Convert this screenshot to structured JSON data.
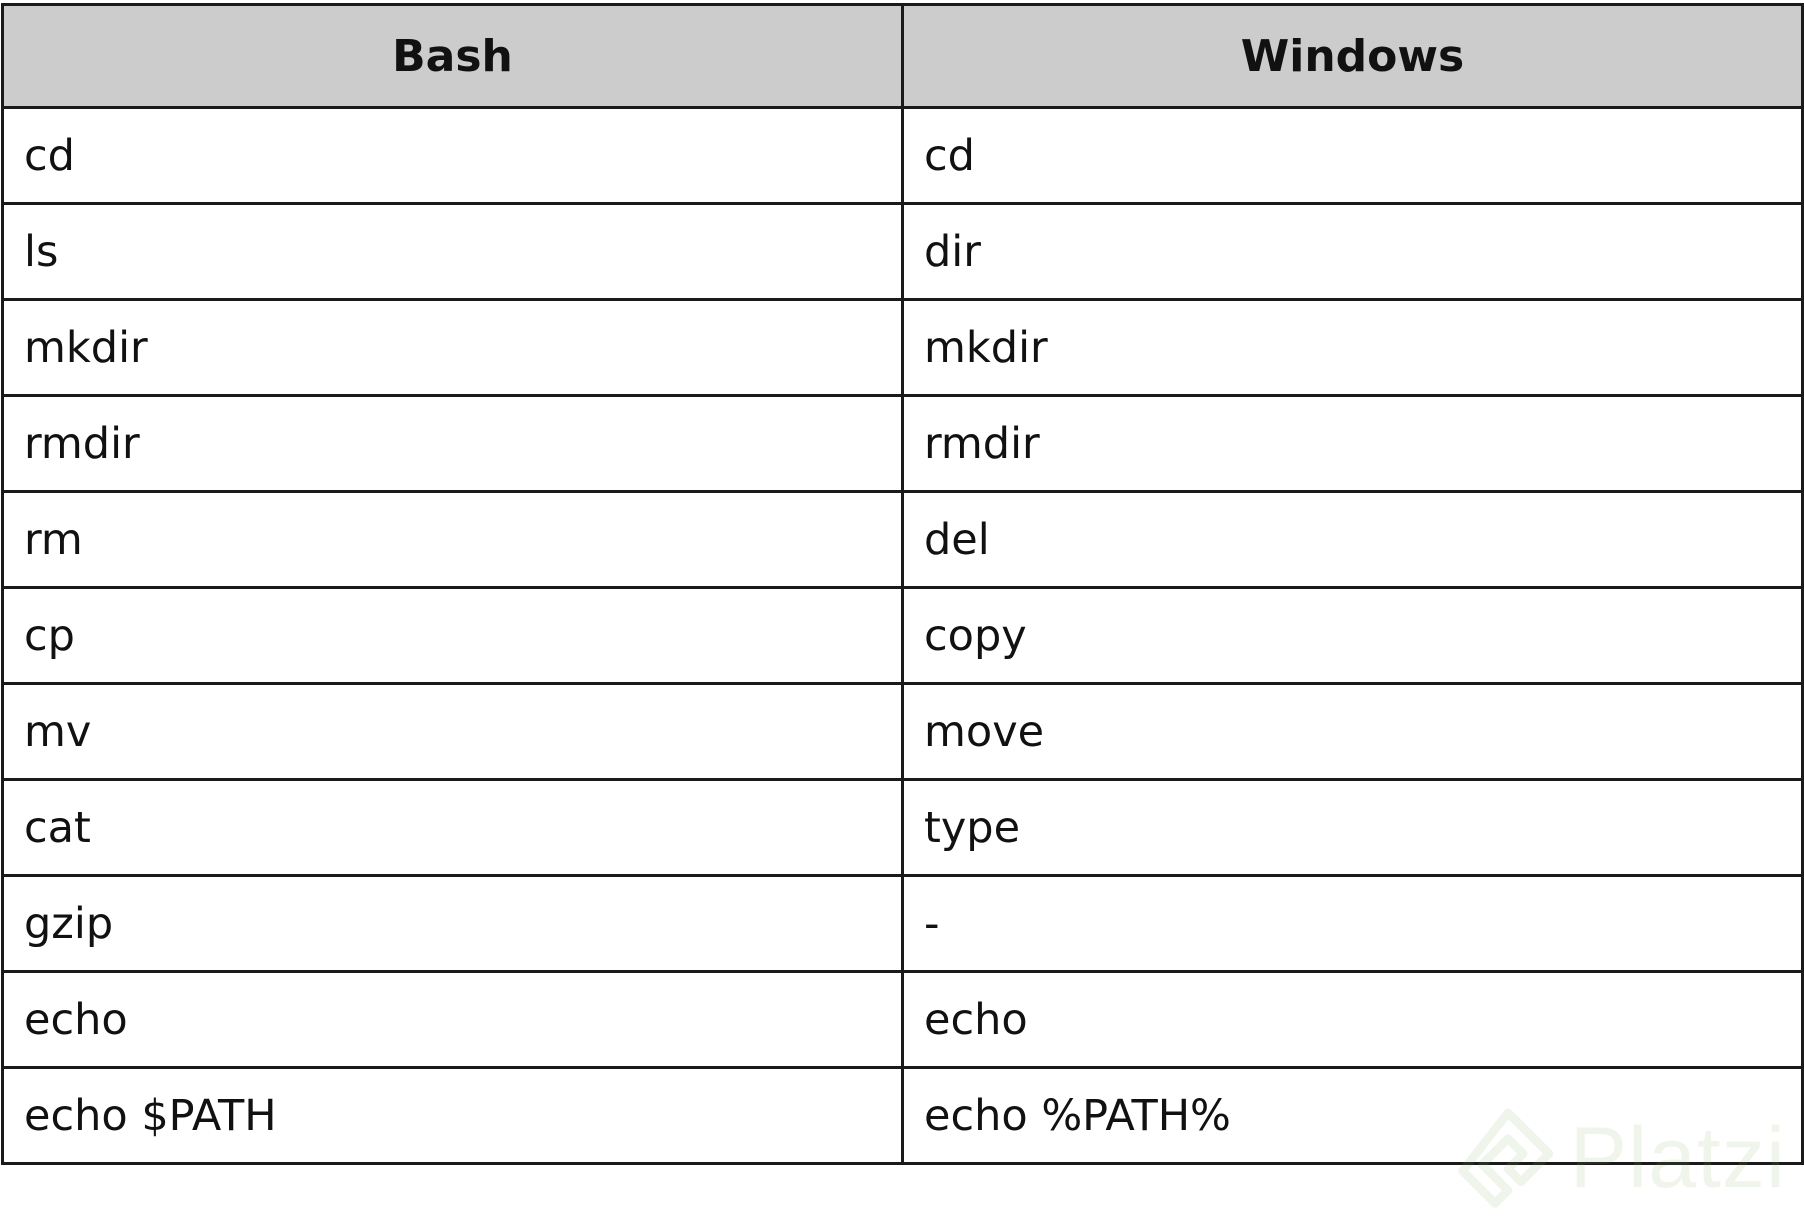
{
  "table": {
    "headers": [
      "Bash",
      "Windows"
    ],
    "rows": [
      [
        "cd",
        "cd"
      ],
      [
        "ls",
        "dir"
      ],
      [
        "mkdir",
        "mkdir"
      ],
      [
        "rmdir",
        "rmdir"
      ],
      [
        "rm",
        "del"
      ],
      [
        "cp",
        "copy"
      ],
      [
        "mv",
        "move"
      ],
      [
        "cat",
        "type"
      ],
      [
        "gzip",
        "-"
      ],
      [
        "echo",
        "echo"
      ],
      [
        "echo $PATH",
        "echo %PATH%"
      ]
    ]
  },
  "watermark": {
    "text": "Platzi",
    "icon": "platzi-logo-icon",
    "color": "#8bb26a"
  },
  "colors": {
    "header_bg": "#cccccc",
    "border": "#1a1a1a"
  }
}
